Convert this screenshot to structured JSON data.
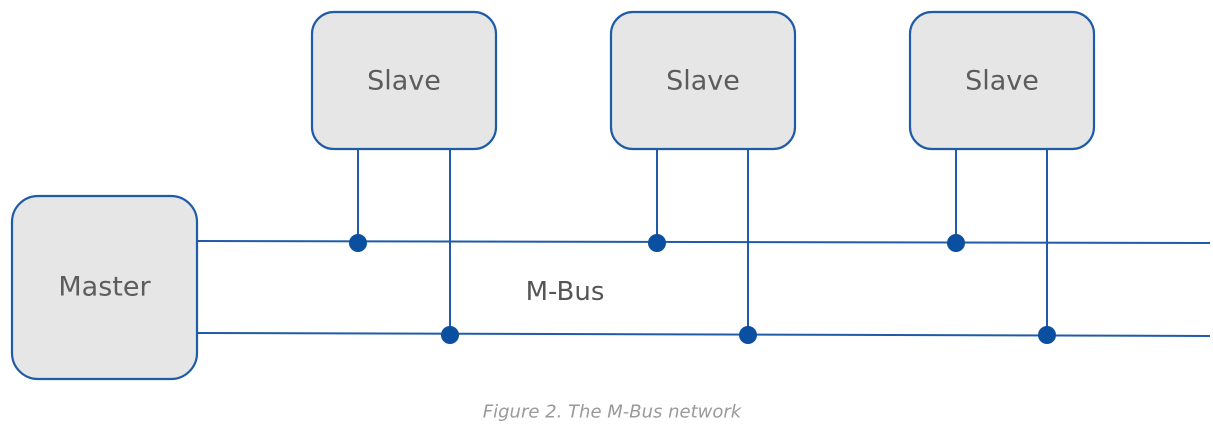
{
  "master": {
    "label": "Master"
  },
  "slaves": [
    {
      "label": "Slave"
    },
    {
      "label": "Slave"
    },
    {
      "label": "Slave"
    }
  ],
  "bus": {
    "label": "M-Bus"
  },
  "caption": "Figure 2. The M-Bus network",
  "colors": {
    "line": "#1f5ba7",
    "junction": "#0b4fa0",
    "box_fill": "#e6e6e6",
    "box_stroke": "#1f5ba7",
    "label_text": "#5c5c5c",
    "caption_text": "#9a9a9a"
  }
}
